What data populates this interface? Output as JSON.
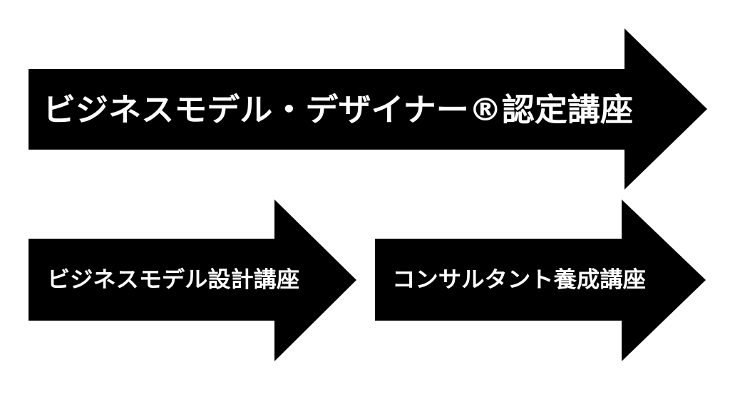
{
  "diagram": {
    "background": "#ffffff",
    "arrow_color": "#000000",
    "text_color": "#ffffff",
    "arrows": {
      "certification": {
        "label": "ビジネスモデル・デザイナー®認定講座"
      },
      "design": {
        "label": "ビジネスモデル設計講座"
      },
      "consultant": {
        "label": "コンサルタント養成講座"
      }
    },
    "flow": [
      "design",
      "consultant"
    ]
  }
}
